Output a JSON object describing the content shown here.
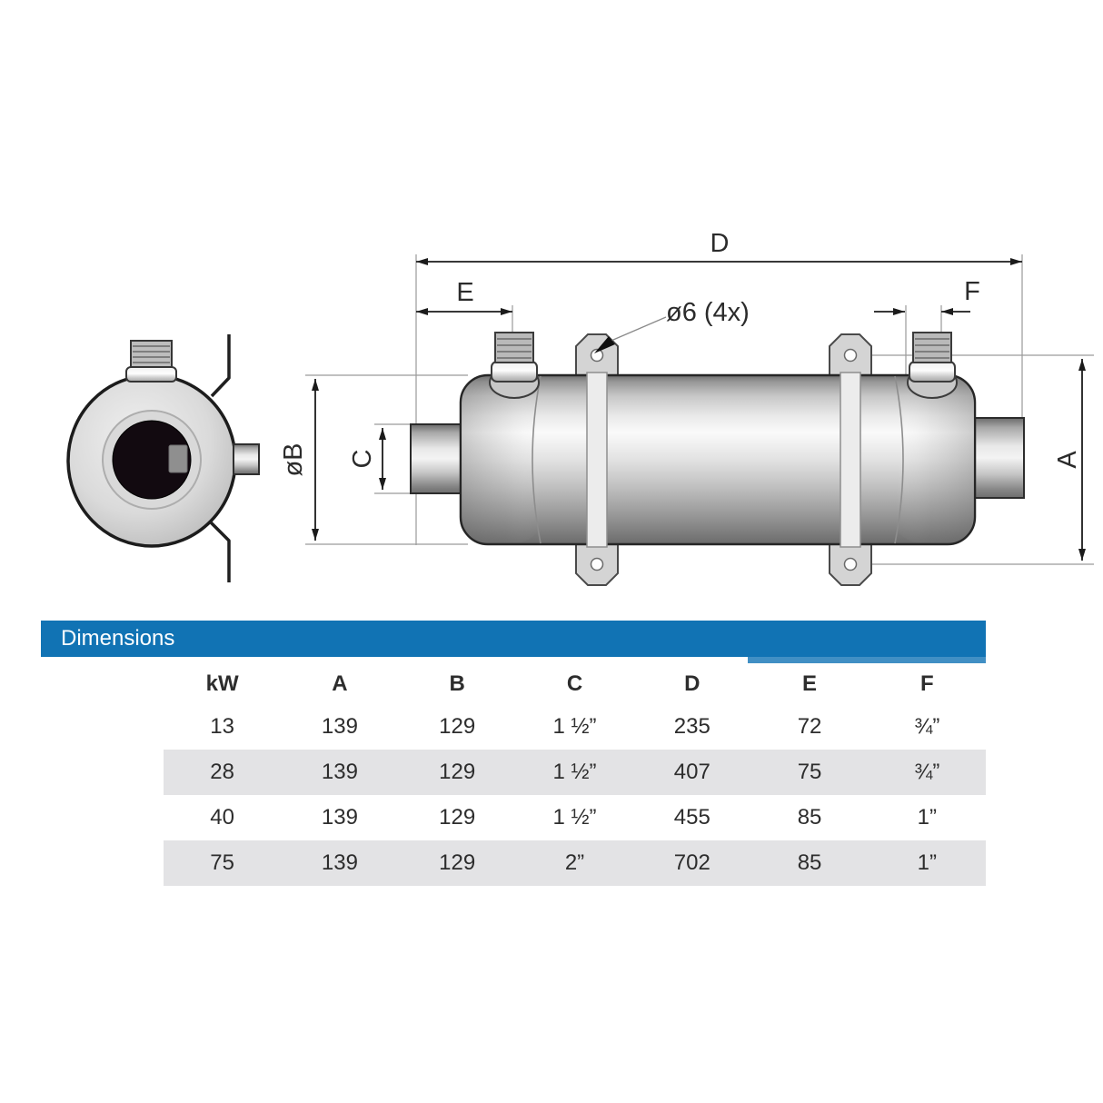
{
  "diagram": {
    "dimension_labels": {
      "d": "D",
      "e": "E",
      "f": "F",
      "a": "A",
      "c": "C",
      "b": "øB"
    },
    "hole_callout": "ø6 (4x)"
  },
  "table": {
    "title": "Dimensions",
    "columns": [
      "kW",
      "A",
      "B",
      "C",
      "D",
      "E",
      "F"
    ],
    "rows": [
      {
        "kw": "13",
        "a": "139",
        "b": "129",
        "c": "1 ½”",
        "d": "235",
        "e": "72",
        "f": "¾”"
      },
      {
        "kw": "28",
        "a": "139",
        "b": "129",
        "c": "1 ½”",
        "d": "407",
        "e": "75",
        "f": "¾”"
      },
      {
        "kw": "40",
        "a": "139",
        "b": "129",
        "c": "1 ½”",
        "d": "455",
        "e": "85",
        "f": "1”"
      },
      {
        "kw": "75",
        "a": "139",
        "b": "129",
        "c": "2”",
        "d": "702",
        "e": "85",
        "f": "1”"
      }
    ]
  },
  "colors": {
    "header_blue": "#1173b4",
    "header_accent_blue": "#418fc4",
    "row_gray": "#e3e3e5"
  }
}
